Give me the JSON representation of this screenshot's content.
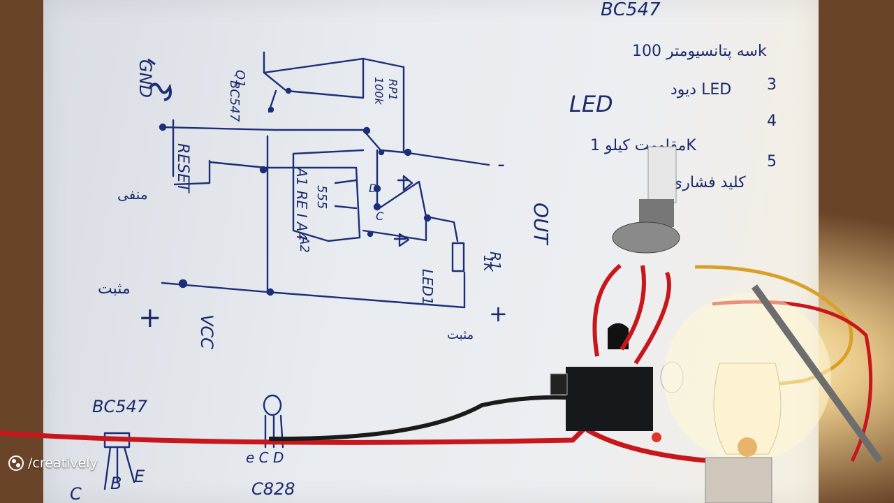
{
  "scene": {
    "type": "photo",
    "description_visible": "hand-drawn circuit schematic on paper with breadboard, potentiometer, transistor and lit bulb"
  },
  "schematic": {
    "labels": {
      "gnd": "GND",
      "reset": "RESET",
      "reset_fa": "منفی",
      "q1": "Q1",
      "q1_part": "BC547",
      "rp1": "RP1",
      "rp1_val": "100k",
      "chip_a": "A1 RE I A4",
      "chip_b": "A2",
      "chip_pin": "555",
      "pin_d": "D",
      "pin_c": "C",
      "out": "OUT",
      "minus": "-",
      "r1": "R1",
      "r1_val": "1K",
      "led1": "LED1",
      "vcc": "VCC",
      "plus": "+",
      "plus_fa_left": "مثبت",
      "plus_fa_right": "مثبت",
      "bottom_part1": "BC547",
      "pins_cbe": [
        "C",
        "B",
        "E"
      ],
      "bottom_part2": "e C D",
      "bottom_part2_code": "C828"
    }
  },
  "notes": {
    "line1": "BC547",
    "line2": "سه پتانسیومتر 100k",
    "line3_num": "3",
    "line3": "دیود LED",
    "line3_led": "LED",
    "line4_num": "4",
    "line4": "مقاومت کیلو 1K",
    "line5_num": "5",
    "line5": "کلید فشاری"
  },
  "watermark": {
    "text": "/creatively"
  }
}
